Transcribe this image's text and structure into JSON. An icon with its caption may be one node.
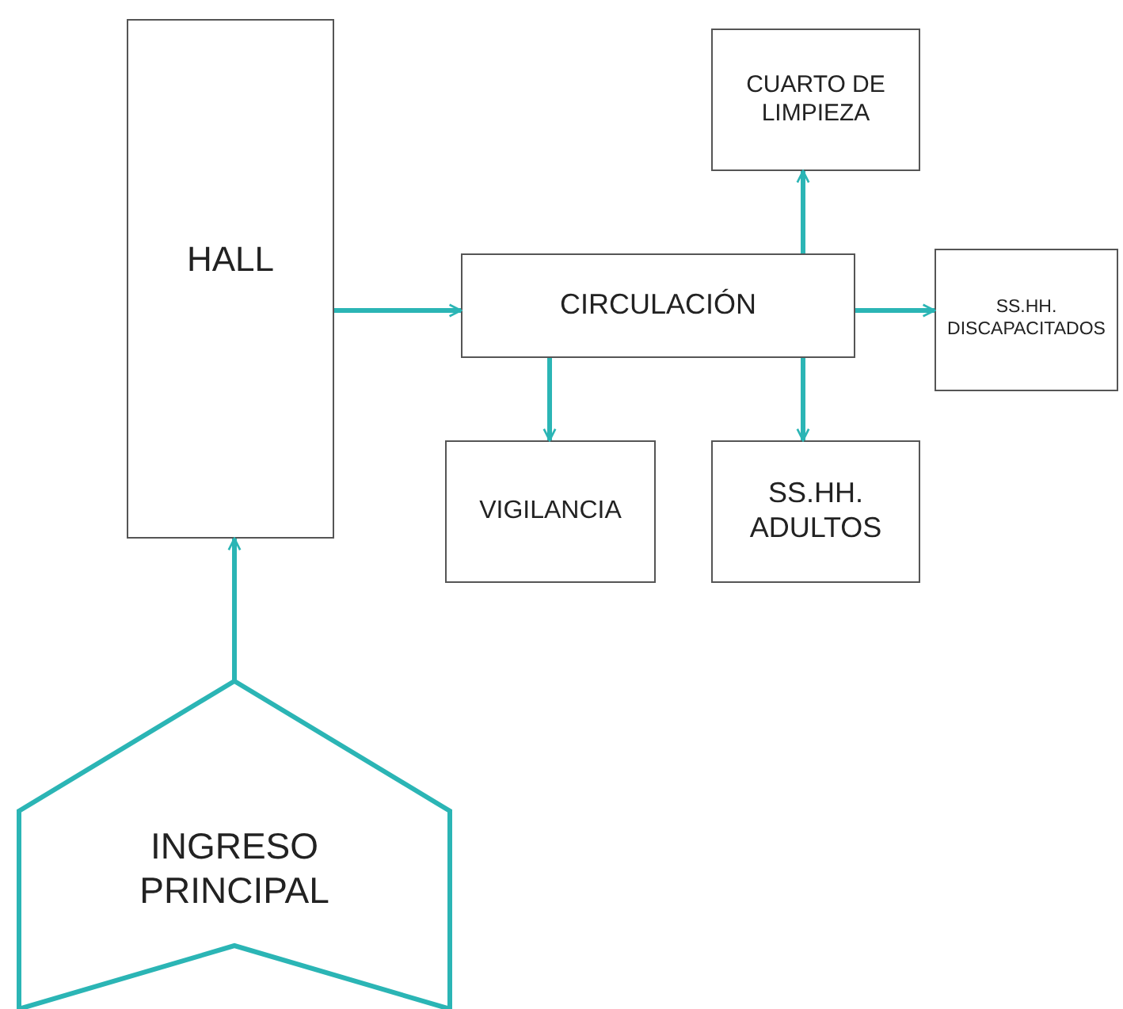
{
  "diagram": {
    "nodes": [
      {
        "text": [
          "HALL"
        ]
      },
      {
        "text": [
          "CUARTO DE LIMPIEZA"
        ]
      },
      {
        "text": [
          "CIRCULACIÓN"
        ]
      },
      {
        "text": [
          "SS.HH. DISCAPACITADOS"
        ]
      },
      {
        "text": [
          "VIGILANCIA"
        ]
      },
      {
        "text": [
          "SS.HH. ADULTOS"
        ]
      },
      {
        "text": [
          "INGRESO PRINCIPAL"
        ]
      }
    ],
    "edges": [
      {
        "from": 6,
        "to": 0,
        "arrow": "to"
      },
      {
        "from": 0,
        "to": 2,
        "arrow": "to"
      },
      {
        "from": 2,
        "to": 1,
        "arrow": "to"
      },
      {
        "from": 2,
        "to": 3,
        "arrow": "to"
      },
      {
        "from": 2,
        "to": 4,
        "arrow": "to"
      },
      {
        "from": 2,
        "to": 5,
        "arrow": "to"
      }
    ]
  }
}
